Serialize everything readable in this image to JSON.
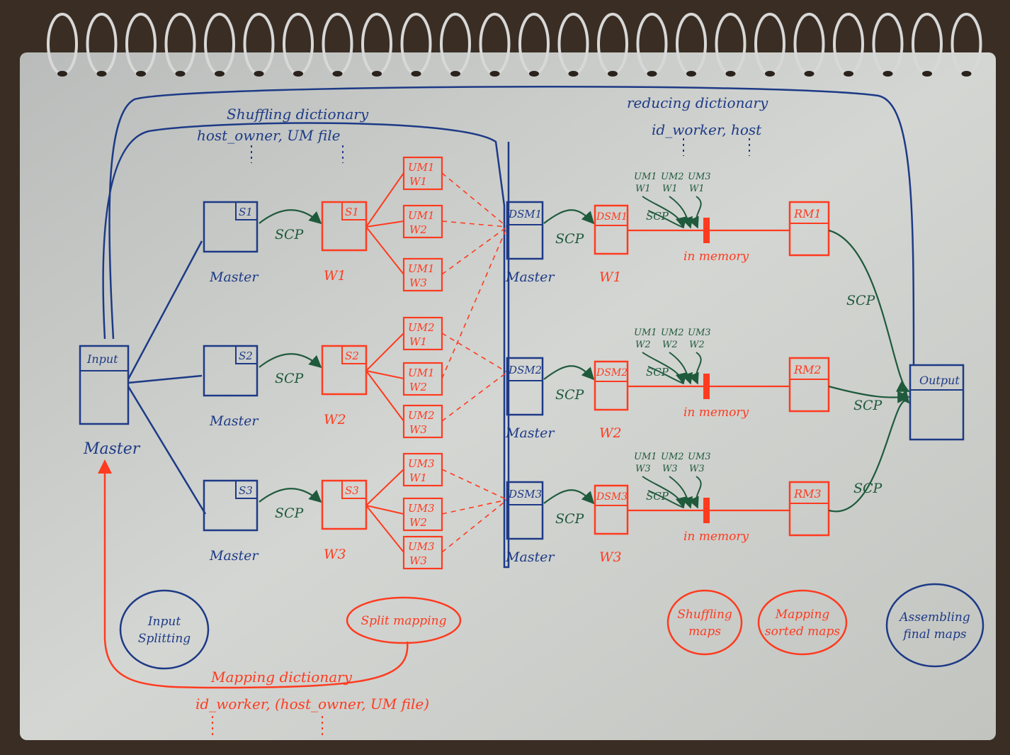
{
  "labels": {
    "shuffling_dict_title": "Shuffling dictionary",
    "shuffling_dict_keys": "host_owner, UM file",
    "reducing_dict_title": "reducing dictionary",
    "reducing_dict_keys": "id_worker, host",
    "mapping_dict_title": "Mapping dictionary",
    "mapping_dict_keys": "id_worker, (host_owner, UM file)",
    "input": "Input",
    "output": "Output",
    "master_main": "Master",
    "master": "Master",
    "scp": "SCP",
    "in_memory": "in memory"
  },
  "splits": [
    {
      "split": "S1",
      "master": "Master",
      "worker": "W1"
    },
    {
      "split": "S2",
      "master": "Master",
      "worker": "W2"
    },
    {
      "split": "S3",
      "master": "Master",
      "worker": "W3"
    }
  ],
  "um_files": [
    {
      "um": "UM1",
      "w": "W1"
    },
    {
      "um": "UM1",
      "w": "W2"
    },
    {
      "um": "UM1",
      "w": "W3"
    },
    {
      "um": "UM2",
      "w": "W1"
    },
    {
      "um": "UM1",
      "w": "W2"
    },
    {
      "um": "UM2",
      "w": "W3"
    },
    {
      "um": "UM3",
      "w": "W1"
    },
    {
      "um": "UM3",
      "w": "W2"
    },
    {
      "um": "UM3",
      "w": "W3"
    }
  ],
  "shuffle_rows": [
    {
      "dsm": "DSM1",
      "dsm_worker": "DSM1",
      "worker": "W1",
      "rm": "RM1",
      "incoming": [
        {
          "um": "UM1",
          "w": "W1"
        },
        {
          "um": "UM2",
          "w": "W1"
        },
        {
          "um": "UM3",
          "w": "W1"
        }
      ]
    },
    {
      "dsm": "DSM2",
      "dsm_worker": "DSM2",
      "worker": "W2",
      "rm": "RM2",
      "incoming": [
        {
          "um": "UM1",
          "w": "W2"
        },
        {
          "um": "UM2",
          "w": "W2"
        },
        {
          "um": "UM3",
          "w": "W2"
        }
      ]
    },
    {
      "dsm": "DSM3",
      "dsm_worker": "DSM3",
      "worker": "W3",
      "rm": "RM3",
      "incoming": [
        {
          "um": "UM1",
          "w": "W3"
        },
        {
          "um": "UM2",
          "w": "W3"
        },
        {
          "um": "UM3",
          "w": "W3"
        }
      ]
    }
  ],
  "phases": [
    {
      "line1": "Input",
      "line2": "Splitting",
      "color": "#1d3a86"
    },
    {
      "line1": "Split mapping",
      "line2": "",
      "color": "#ff3b1f"
    },
    {
      "line1": "Shuffling",
      "line2": "maps",
      "color": "#ff3b1f"
    },
    {
      "line1": "Mapping",
      "line2": "sorted maps",
      "color": "#ff3b1f"
    },
    {
      "line1": "Assembling",
      "line2": "final maps",
      "color": "#1d3a86"
    }
  ],
  "colors": {
    "blue": "#1d3a86",
    "red": "#ff3b1f",
    "green": "#1f5a3c",
    "paper": "#c9cbc8",
    "desk": "#3a2e24"
  }
}
